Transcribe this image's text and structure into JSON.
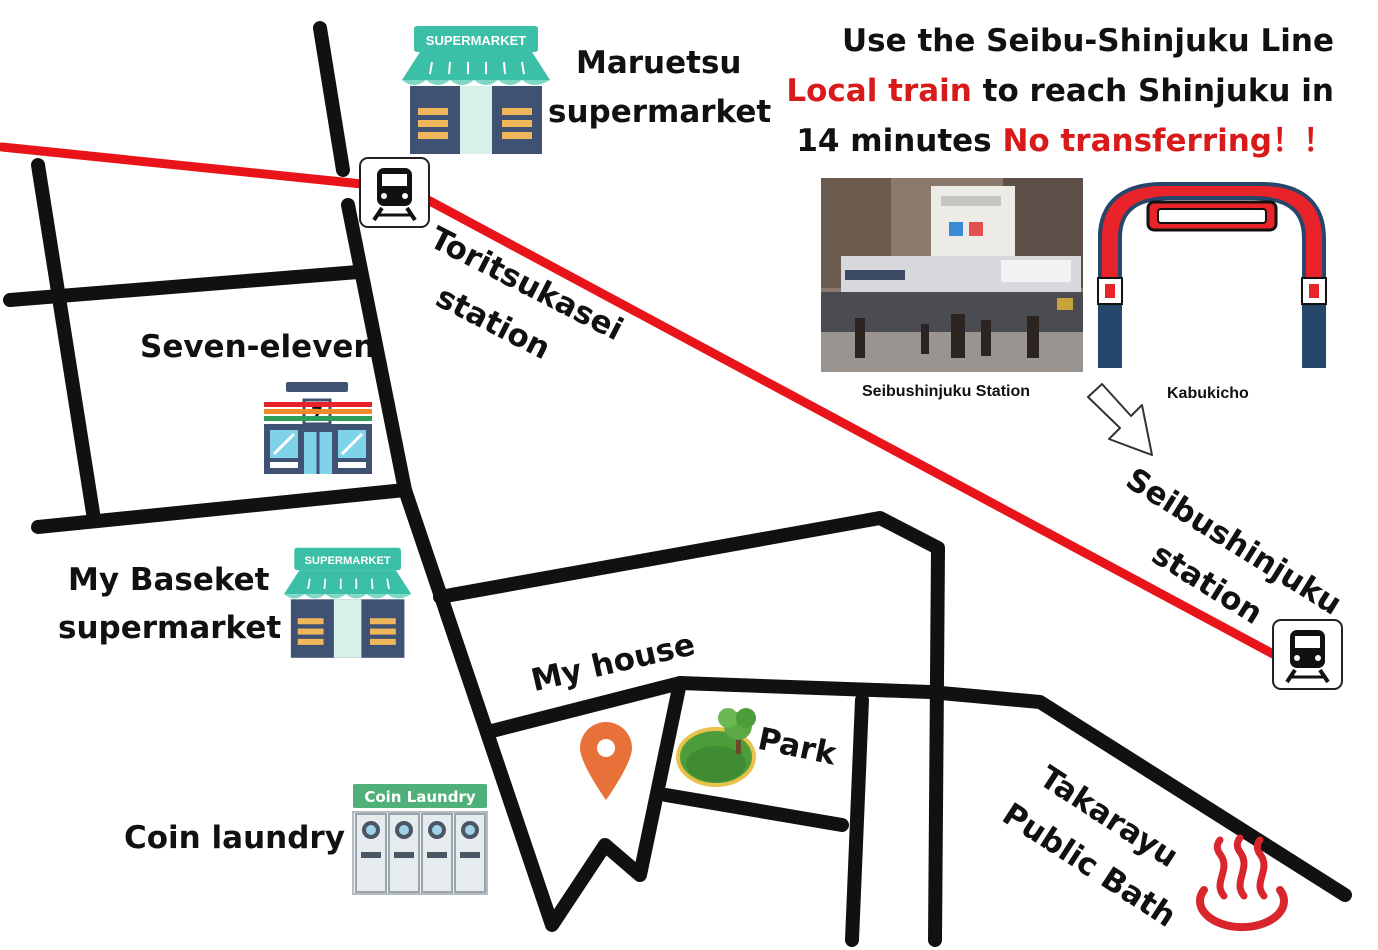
{
  "info": {
    "line1": "Use the Seibu-Shinjuku Line",
    "line2_red": "Local train",
    "line2_rest": " to reach Shinjuku in",
    "line3_start": "14 minutes ",
    "line3_red": "No transferring！！"
  },
  "places": {
    "maruetsu_line1": "Maruetsu",
    "maruetsu_line2": "supermarket",
    "seven_eleven": "Seven-eleven",
    "my_basket_line1": "My Baseket",
    "my_basket_line2": "supermarket",
    "coin_laundry": "Coin laundry",
    "my_house": "My house",
    "park": "Park",
    "takarayu_line1": "Takarayu",
    "takarayu_line2": "Public Bath"
  },
  "stations": {
    "toritsukasei_line1": "Toritsukasei",
    "toritsukasei_line2": "station",
    "seibushinjuku_line1": "Seibushinjuku",
    "seibushinjuku_line2": "station"
  },
  "photos": {
    "station_caption": "Seibushinjuku Station",
    "kabukicho_caption": "Kabukicho"
  },
  "signs": {
    "supermarket": "SUPERMARKET",
    "coin_laundry": "Coin Laundry",
    "seven_digit": "7"
  },
  "colors": {
    "rail": "#e8141a",
    "road": "#111111",
    "pin": "#e8713a",
    "supermarket_awning": "#3bbfa6",
    "supermarket_wall": "#3f5273",
    "gate_red": "#e8232a",
    "gate_navy": "#24476b"
  },
  "icons": [
    "train-icon",
    "supermarket-icon",
    "convenience-store-icon",
    "coin-laundry-icon",
    "location-pin-icon",
    "park-tree-icon",
    "hot-spring-icon",
    "kabukicho-gate-icon",
    "arrow-down-right-icon"
  ]
}
